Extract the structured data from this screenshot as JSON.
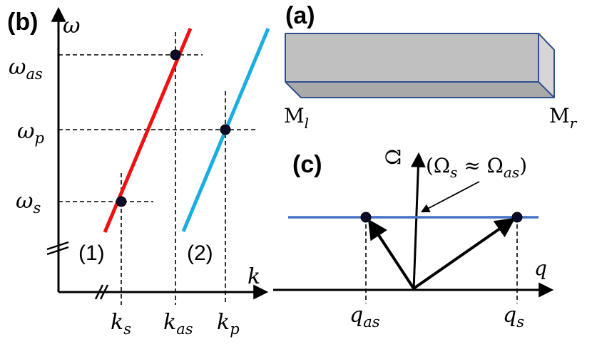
{
  "panel_b": {
    "label": "(b)",
    "y_axis_label": "ω",
    "x_axis_label": "k",
    "y_ticks": [
      {
        "base": "ω",
        "sub": "as"
      },
      {
        "base": "ω",
        "sub": "p"
      },
      {
        "base": "ω",
        "sub": "s"
      }
    ],
    "x_ticks": [
      {
        "base": "k",
        "sub": "s"
      },
      {
        "base": "k",
        "sub": "as"
      },
      {
        "base": "k",
        "sub": "p"
      }
    ],
    "line_1_label": "(1)",
    "line_2_label": "(2)",
    "line_1_color": "#ee1111",
    "line_2_color": "#1aaee0"
  },
  "panel_a": {
    "label": "(a)",
    "mirror_left": {
      "base": "M",
      "sub": "l"
    },
    "mirror_right": {
      "base": "M",
      "sub": "r"
    },
    "box_front_color": "#c0c0c0",
    "box_top_color": "#d6d6d6",
    "box_side_color": "#a9a9a9",
    "box_edge_color": "#2f4f8f"
  },
  "panel_c": {
    "label": "(c)",
    "y_axis_label": "Ω",
    "x_axis_label": "q",
    "annotation": {
      "open": "(Ω",
      "s1": "s",
      "approx": " ≈ Ω",
      "s2": "as",
      "close": ")"
    },
    "x_ticks": [
      {
        "base": "q",
        "sub": "as"
      },
      {
        "base": "q",
        "sub": "s"
      }
    ],
    "line_color": "#4472c4"
  }
}
